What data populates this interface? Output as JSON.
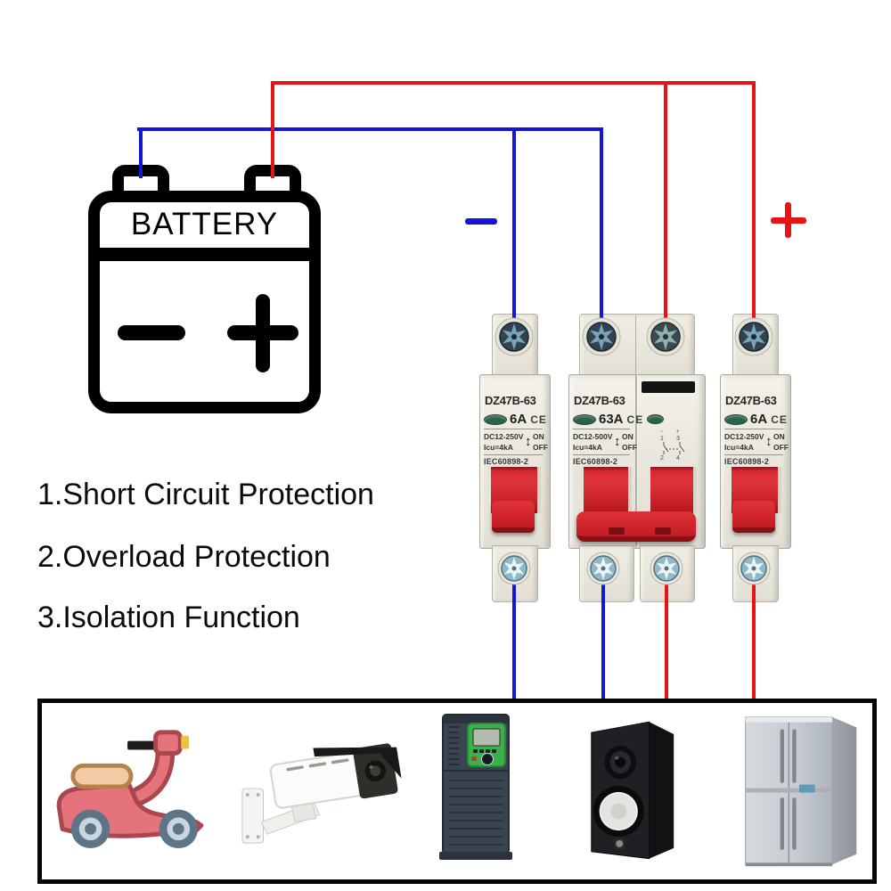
{
  "battery": {
    "label": "BATTERY",
    "negative_icon": "minus-icon",
    "positive_icon": "plus-icon"
  },
  "polarity": {
    "negative": "−",
    "positive": "+"
  },
  "features": {
    "items": [
      "1.Short Circuit Protection",
      "2.Overload Protection",
      "3.Isolation Function"
    ]
  },
  "breakers": {
    "left": {
      "model": "DZ47B-63",
      "rating": "6A",
      "cert": "CE",
      "voltage": "DC12-250V",
      "on": "ON",
      "off": "OFF",
      "breaking": "Icu=4kA",
      "standard": "IEC60898-2"
    },
    "middle": {
      "model": "DZ47B-63",
      "rating": "63A",
      "cert": "CE",
      "voltage": "DC12-500V",
      "on": "ON",
      "off": "OFF",
      "breaking": "Icu=4kA",
      "standard": "IEC60898-2",
      "pole2": {
        "minus": "−",
        "plus": "+",
        "t1": "1",
        "t3": "3",
        "t2": "2",
        "t4": "4"
      }
    },
    "right": {
      "model": "DZ47B-63",
      "rating": "6A",
      "cert": "CE",
      "voltage": "DC12-250V",
      "on": "ON",
      "off": "OFF",
      "breaking": "Icu=4kA",
      "standard": "IEC60898-2"
    }
  },
  "icons": {
    "on_off_arrow": "↕"
  },
  "devices": {
    "items": [
      {
        "icon": "electric-scooter-icon"
      },
      {
        "icon": "cctv-camera-icon"
      },
      {
        "icon": "inverter-drive-icon"
      },
      {
        "icon": "studio-speaker-icon"
      },
      {
        "icon": "refrigerator-icon"
      }
    ]
  },
  "colors": {
    "wire_negative": "#1515d8",
    "wire_positive": "#e61414",
    "breaker_body": "#e8e5dc",
    "breaker_red": "#cf2129",
    "green_indicator": "#2c624c"
  }
}
